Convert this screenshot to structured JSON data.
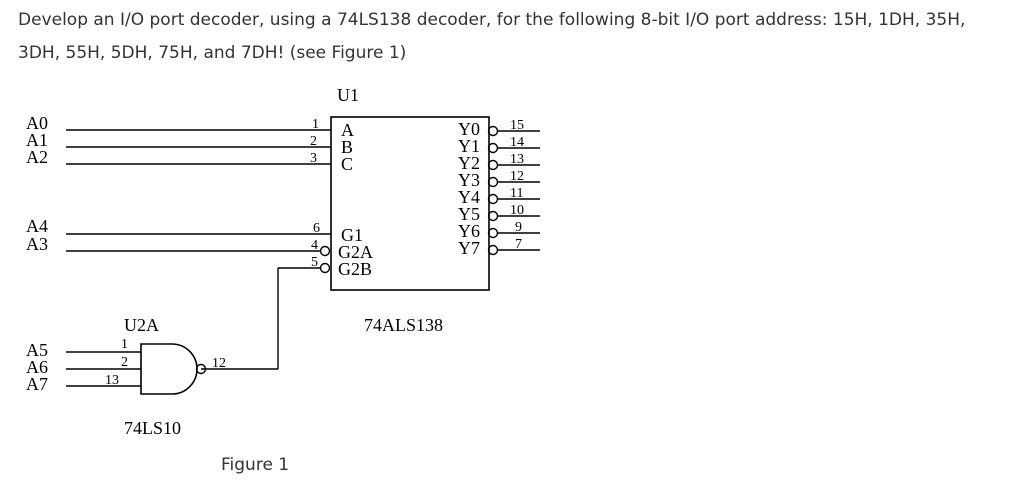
{
  "question": {
    "line1": "Develop an I/O port decoder, using a 74LS138 decoder, for  the following 8-bit I/O port address: 15H, 1DH, 35H,",
    "line2": "3DH, 55H, 5DH, 75H, and 7DH! (see Figure 1)"
  },
  "figure": {
    "caption": "Figure 1",
    "u1": {
      "ref": "U1",
      "part": "74ALS138",
      "select_pins": [
        {
          "name": "A",
          "num": "1"
        },
        {
          "name": "B",
          "num": "2"
        },
        {
          "name": "C",
          "num": "3"
        }
      ],
      "enable_pins": [
        {
          "name": "G1",
          "num": "6"
        },
        {
          "name": "G2A",
          "num": "4"
        },
        {
          "name": "G2B",
          "num": "5"
        }
      ],
      "outputs": [
        {
          "name": "Y0",
          "num": "15"
        },
        {
          "name": "Y1",
          "num": "14"
        },
        {
          "name": "Y2",
          "num": "13"
        },
        {
          "name": "Y3",
          "num": "12"
        },
        {
          "name": "Y4",
          "num": "11"
        },
        {
          "name": "Y5",
          "num": "10"
        },
        {
          "name": "Y6",
          "num": "9"
        },
        {
          "name": "Y7",
          "num": "7"
        }
      ]
    },
    "u2a": {
      "ref": "U2A",
      "part": "74LS10",
      "input_pins": [
        "1",
        "2",
        "13"
      ],
      "output_pin": "12"
    },
    "address_lines": {
      "top": [
        "A0",
        "A1",
        "A2"
      ],
      "mid": [
        "A4",
        "A3"
      ],
      "bottom": [
        "A5",
        "A6",
        "A7"
      ]
    }
  }
}
